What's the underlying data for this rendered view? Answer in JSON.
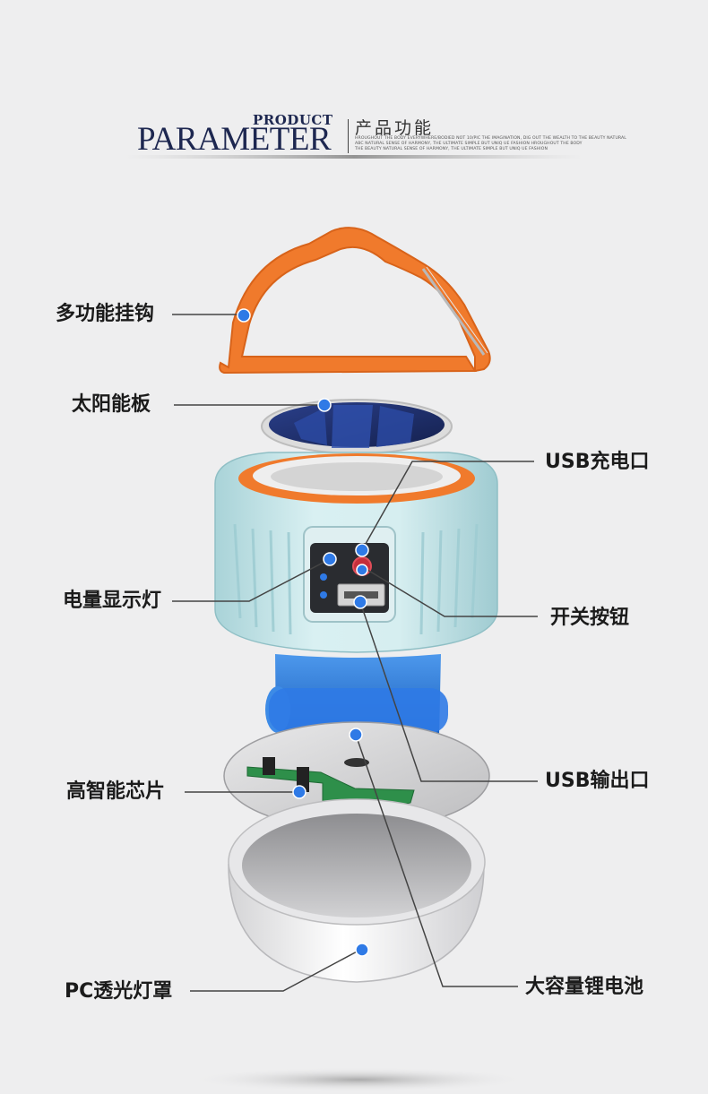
{
  "header": {
    "product": "PRODUCT",
    "parameter": "PARAMETER",
    "title_cn": "产品功能",
    "fine_print": [
      "HROUGHOUT THE BODY EVERYWHERE/BODIED NOT 10/PIC THE IMAGINATION, DIG OUT THE WEALTH TO THE BEAUTY NATURAL",
      "ABC NATURAL SENSE OF HARMONY, THE ULTIMATE SIMPLE BUT UNIQ UE FASHION HROUGHOUT THE BODY",
      "THE BEAUTY NATURAL SENSE OF HARMONY, THE ULTIMATE SIMPLE BUT UNIQ UE FASHION"
    ]
  },
  "callouts": {
    "hook": "多功能挂钩",
    "solar_panel": "太阳能板",
    "usb_charge_port": "USB充电口",
    "battery_indicator": "电量显示灯",
    "power_switch": "开关按钮",
    "smart_chip": "高智能芯片",
    "usb_output_port": "USB输出口",
    "pc_shade": "PC透光灯罩",
    "battery": "大容量锂电池"
  },
  "colors": {
    "background": "#eeeeef",
    "heading_navy": "#1d2750",
    "marker_blue": "#2f7ae6",
    "hook_orange": "#f07a2c",
    "body_teal": "#cfe9ec",
    "battery_blue": "#2e7fd8",
    "pcb_green": "#2e8f4a"
  },
  "icons": {
    "marker": "blue-dot-marker"
  }
}
